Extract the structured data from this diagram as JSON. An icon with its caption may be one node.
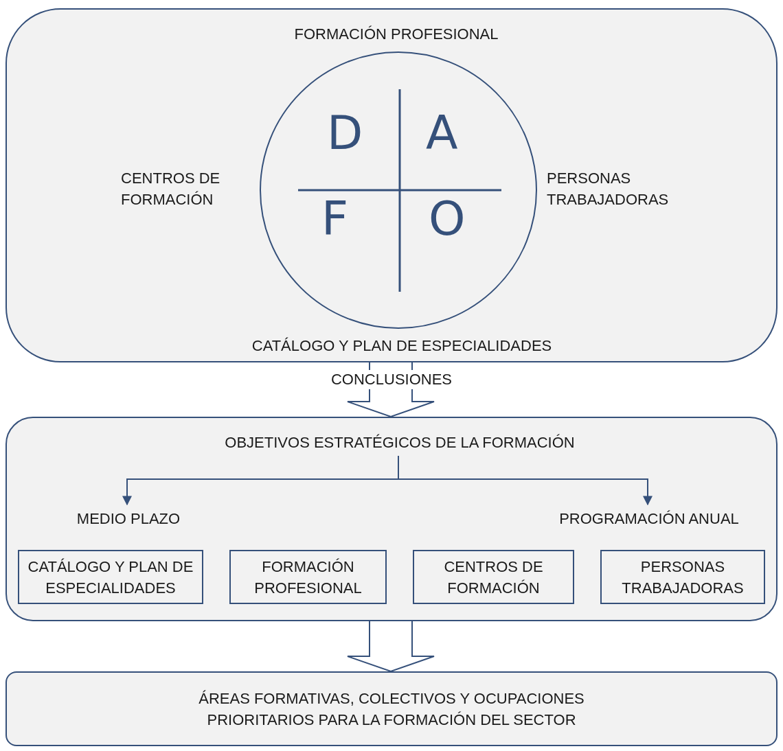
{
  "diagram": {
    "nodes": [
      {
        "text": [
          "FORMACIÓN PROFESIONAL",
          "CENTROS DE FORMACIÓN",
          "PERSONAS TRABAJADORAS",
          "CATÁLOGO Y PLAN DE ESPECIALIDADES"
        ]
      },
      {
        "text": [
          "D",
          "A",
          "F",
          "O"
        ],
        "in": 0
      },
      {
        "text": [],
        "shape": "box"
      },
      {
        "text": [
          "OBJETIVOS ESTRATÉGICOS DE LA FORMACIÓN"
        ],
        "in": 2
      },
      {
        "text": [
          "MEDIO PLAZO"
        ],
        "in": 2
      },
      {
        "text": [
          "PROGRAMACIÓN ANUAL"
        ],
        "in": 2
      },
      {
        "text": [
          "CATÁLOGO Y PLAN DE ESPECIALIDADES"
        ],
        "in": 2
      },
      {
        "text": [
          "FORMACIÓN PROFESIONAL"
        ],
        "in": 2
      },
      {
        "text": [
          "CENTROS DE FORMACIÓN"
        ],
        "in": 2
      },
      {
        "text": [
          "PERSONAS TRABAJADORAS"
        ],
        "in": 2
      },
      {
        "text": [
          "ÁREAS FORMATIVAS, COLECTIVOS Y OCUPACIONES PRIORITARIOS PARA LA FORMACIÓN DEL SECTOR"
        ]
      }
    ],
    "edges": [
      {
        "from": 0,
        "to": 2,
        "arrow": "to",
        "label": "CONCLUSIONES",
        "style": "thick"
      },
      {
        "from": 3,
        "to": 4,
        "arrow": "to"
      },
      {
        "from": 3,
        "to": 5,
        "arrow": "to"
      },
      {
        "from": 2,
        "to": 10,
        "arrow": "to",
        "style": "thick"
      }
    ]
  }
}
